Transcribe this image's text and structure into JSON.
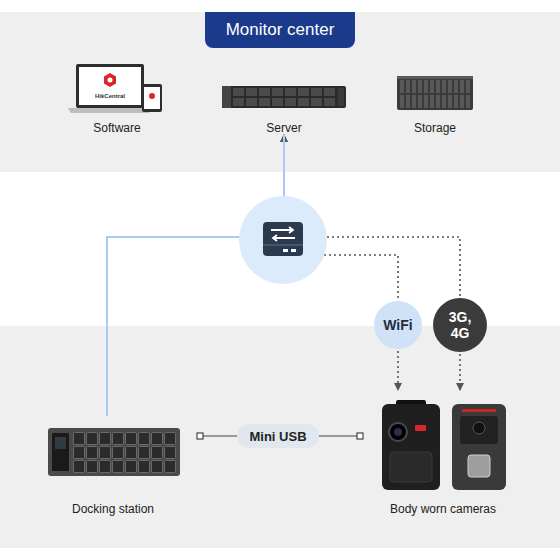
{
  "diagram": {
    "nodes": [
      {
        "text": [
          "Monitor center"
        ]
      },
      {
        "text": [
          "Software"
        ],
        "in": 0
      },
      {
        "text": [
          "Server"
        ],
        "in": 0
      },
      {
        "text": [
          "Storage"
        ],
        "in": 0
      },
      {
        "text": [
          "Docking station"
        ]
      },
      {
        "text": [
          "Body worn cameras"
        ]
      }
    ],
    "edges": [
      {
        "from": 2,
        "to": 4,
        "arrow": "none"
      },
      {
        "from": 2,
        "to": 5,
        "label": "WiFi",
        "arrow": "both"
      },
      {
        "from": 2,
        "to": 5,
        "label": "3G, 4G",
        "arrow": "both"
      },
      {
        "from": 4,
        "to": 5,
        "label": "Mini USB",
        "arrow": "none"
      }
    ],
    "labels": [
      "HikCentral"
    ]
  }
}
